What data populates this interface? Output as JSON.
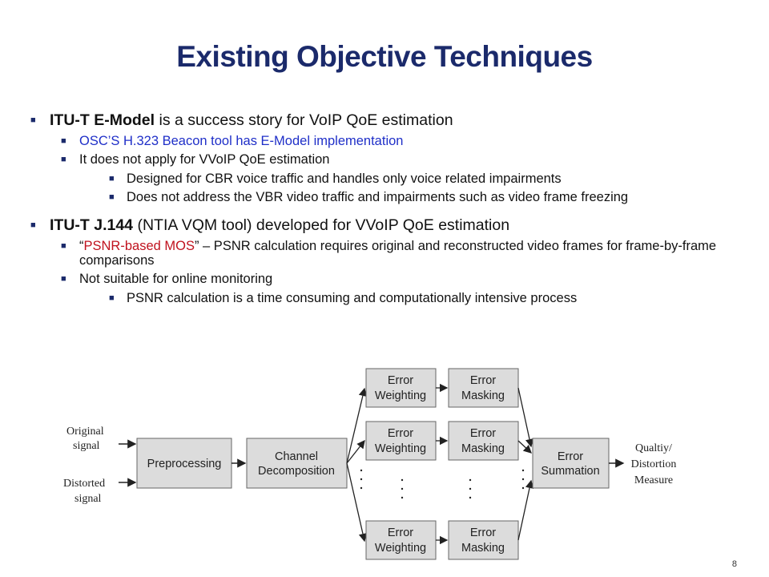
{
  "slide": {
    "title": "Existing Objective Techniques",
    "page_number": "8"
  },
  "bullets": {
    "emodel": {
      "bold": "ITU-T E-Model",
      "rest": " is a success story for VoIP QoE estimation",
      "sub1": "OSC’S H.323 Beacon tool has E-Model implementation",
      "sub2": "It does not apply for VVoIP QoE estimation",
      "sub2a": "Designed for CBR voice traffic and handles only voice related impairments",
      "sub2b": "Does not address the VBR video traffic and impairments such as video frame freezing"
    },
    "j144": {
      "bold": "ITU-T J.144",
      "rest": " (NTIA VQM tool) developed for VVoIP QoE estimation",
      "sub1_q1": "“",
      "sub1_red": "PSNR-based MOS",
      "sub1_rest": "” – PSNR calculation requires original and reconstructed video frames for frame-by-frame comparisons",
      "sub2": "Not suitable for online monitoring",
      "sub2a": "PSNR calculation is a time consuming and computationally intensive process"
    }
  },
  "diagram": {
    "inputs": {
      "original_l1": "Original",
      "original_l2": "signal",
      "distorted_l1": "Distorted",
      "distorted_l2": "signal"
    },
    "preprocessing": "Preprocessing",
    "channel_l1": "Channel",
    "channel_l2": "Decomposition",
    "error": "Error",
    "weighting": "Weighting",
    "masking": "Masking",
    "summation": "Summation",
    "output_l1": "Qualtiy/",
    "output_l2": "Distortion",
    "output_l3": "Measure"
  }
}
